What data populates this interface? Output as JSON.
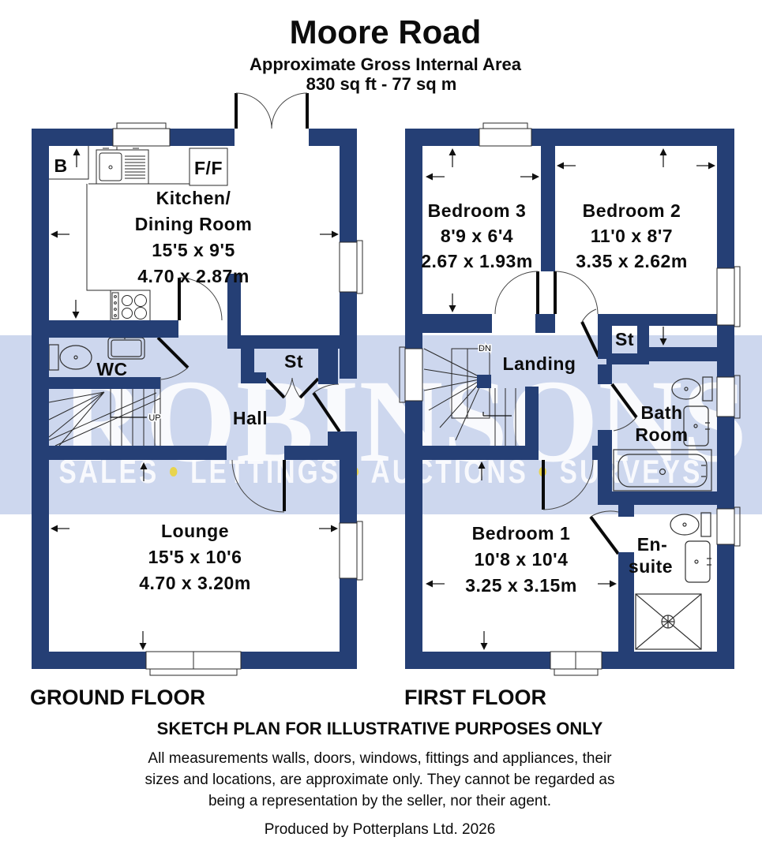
{
  "header": {
    "title": "Moore Road",
    "subtitle": "Approximate Gross Internal Area",
    "area": "830 sq ft - 77 sq m"
  },
  "watermark": {
    "brand": "ROBINSONS",
    "words": [
      "SALES",
      "LETTINGS",
      "AUCTIONS",
      "SURVEYS"
    ],
    "separator": "•"
  },
  "colors": {
    "wall": "#253f75",
    "band": "#cdd7ee",
    "dot": "#e8d44d"
  },
  "ground_floor": {
    "label": "GROUND FLOOR",
    "stairs_direction": "UP",
    "rooms": {
      "kitchen": {
        "line1": "Kitchen/",
        "line2": "Dining Room",
        "imperial": "15'5 x 9'5",
        "metric": "4.70 x 2.87m"
      },
      "lounge": {
        "name": "Lounge",
        "imperial": "15'5 x 10'6",
        "metric": "4.70 x 3.20m"
      },
      "wc": "WC",
      "hall": "Hall",
      "store": "St",
      "boiler": "B",
      "fridge_freezer": "F/F"
    }
  },
  "first_floor": {
    "label": "FIRST FLOOR",
    "stairs_direction": "DN",
    "rooms": {
      "bedroom1": {
        "name": "Bedroom 1",
        "imperial": "10'8 x 10'4",
        "metric": "3.25 x 3.15m"
      },
      "bedroom2": {
        "name": "Bedroom 2",
        "imperial": "11'0 x 8'7",
        "metric": "3.35 x 2.62m"
      },
      "bedroom3": {
        "name": "Bedroom 3",
        "imperial": "8'9 x 6'4",
        "metric": "2.67 x 1.93m"
      },
      "landing": "Landing",
      "store": "St",
      "bathroom_line1": "Bath",
      "bathroom_line2": "Room",
      "ensuite_line1": "En-",
      "ensuite_line2": "suite"
    }
  },
  "footer": {
    "sketch_note": "SKETCH PLAN FOR ILLUSTRATIVE PURPOSES ONLY",
    "disclaimer_line1": "All measurements walls, doors, windows, fittings and appliances, their",
    "disclaimer_line2": "sizes and locations, are approximate only. They cannot be regarded as",
    "disclaimer_line3": "being a representation by the seller, nor their agent.",
    "produced_by": "Produced by Potterplans Ltd. 2026"
  }
}
